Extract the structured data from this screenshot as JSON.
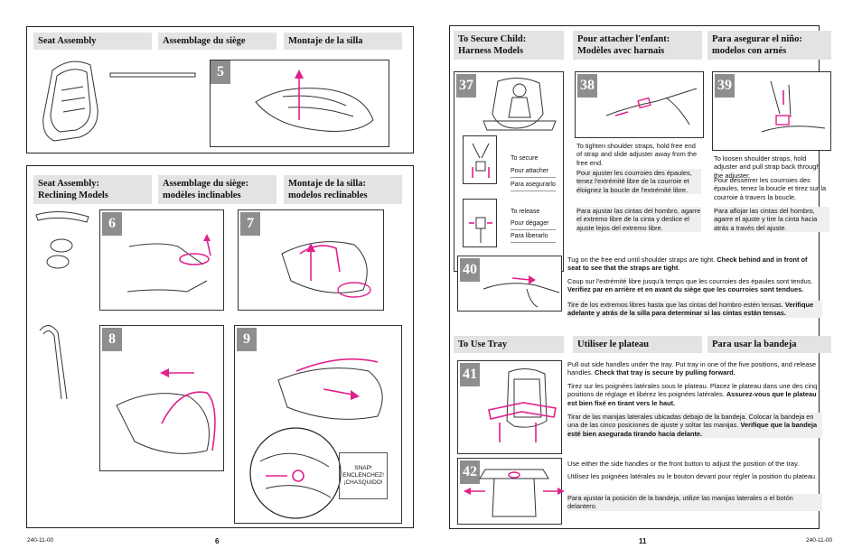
{
  "left_page": {
    "seat_assembly": {
      "headers": [
        "Seat Assembly",
        "Assemblage du siège",
        "Montaje de la silla"
      ],
      "step": "5"
    },
    "reclining": {
      "headers": [
        "Seat Assembly:\nReclining Models",
        "Assemblage du siège:\nmodèles inclinables",
        "Montaje de la silla:\nmodelos reclinables"
      ],
      "steps": [
        "6",
        "7",
        "8",
        "9"
      ],
      "snap_label": "SNAP!\nENCLENCHEZ!\n¡CHASQUIDO!"
    },
    "footer": {
      "code": "240-11-00",
      "page": "6"
    }
  },
  "right_page": {
    "harness": {
      "headers": [
        "To Secure Child:\nHarness Models",
        "Pour attacher l'enfant:\nModèles avec harnais",
        "Para asegurar el niño:\nmodelos con arnés"
      ],
      "step37": {
        "num": "37",
        "secure_labels": [
          "To secure",
          "Pour attacher",
          "Para asegurarlo"
        ],
        "release_labels": [
          "To release",
          "Pour dégager",
          "Para liberarlo"
        ]
      },
      "step38": {
        "num": "38",
        "text_en": "To tighten shoulder straps, hold free end of strap and slide adjuster away from the free end.",
        "text_fr": "Pour ajuster les courroies des épaules, tenez l'extrémité libre de la courroie et éloignez la boucle de l'extrémité libre.",
        "text_es": "Para ajustar las cintas del hombro, agarre el extremo libre de la cinta y deslice el ajuste lejos del extremo libre."
      },
      "step39": {
        "num": "39",
        "text_en": "To loosen shoulder straps, hold adjuster and pull strap back through the adjuster.",
        "text_fr": "Pour desserrer les courroies des épaules, tenez la boucle et tirez sur la courroie à travers la boucle.",
        "text_es": "Para aflojar las cintas del hombro, agarre el ajuste y tire la cinta hacia atrás a través del ajuste."
      },
      "step40": {
        "num": "40",
        "en_plain": "Tug on the free end until shoulder straps are tight. ",
        "en_bold": "Check behind and in front of seat to see that the straps are tight",
        "fr_plain": "Coup sur l'extrémité libre jusqu'à temps que les courroies des épaules sont tendus. ",
        "fr_bold": "Verifiez par en arrière et en avant du siège que les courroies sont tendues.",
        "es_plain": "Tire de los extremos libres hasta que las cintas del hombro estén tensas. ",
        "es_bold": "Verifique adelante y atrás de la silla para determinar si las cintas están tensas."
      }
    },
    "tray": {
      "headers": [
        "To Use Tray",
        "Utiliser le plateau",
        "Para usar la bandeja"
      ],
      "step41": {
        "num": "41",
        "en_plain": "Pull out side handles under the tray. Put tray in one of the five positions, and release handles. ",
        "en_bold": "Check that tray is secure by pulling forward.",
        "fr_plain": "Tirez sur les poignées latérales sous le plateau. Placez le plateau dans une des cinq positions de réglage et libérez les poignées latérales. ",
        "fr_bold": "Assurez-vous que le plateau est bien fixé en tirant vers le haut.",
        "es_plain": "Tirar de las manijas laterales ubicadas debajo de la bandeja. Colocar la bandeja en una de las cinco posiciones de ajuste y soltar las manijas. ",
        "es_bold": "Verifique que la bandeja esté bien asegurada tirando hacia delante."
      },
      "step42": {
        "num": "42",
        "text_en": "Use either the side handles or the front button to adjust the position of the tray.",
        "text_fr": "Utilisez les poignées latérales ou le bouton devant pour régler la position du plateau.",
        "text_es": "Para ajustar la posición de la bandeja, utilize las manijas laterales o el botón delantero."
      }
    },
    "footer": {
      "page": "11",
      "code": "240-11-00"
    }
  },
  "colors": {
    "accent": "#e0208c",
    "header_bg": "#e3e3e3",
    "step_badge": "#8e8e8e"
  }
}
